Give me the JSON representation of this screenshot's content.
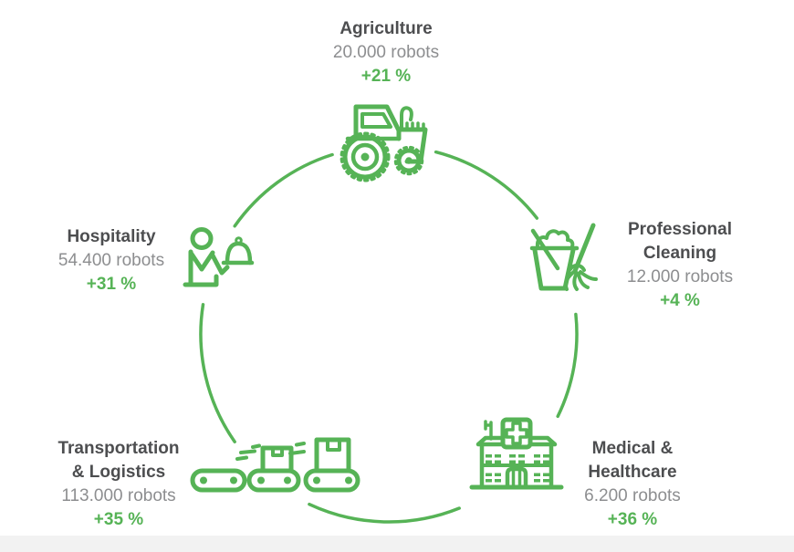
{
  "colors": {
    "accent_green": "#56b356",
    "title_dark_gray": "#4d4e50",
    "value_gray": "#8d8e90",
    "footer_strip_gray": "#f2f2f2",
    "background": "#ffffff"
  },
  "sectors": [
    {
      "name": "agriculture",
      "title": "Agriculture",
      "robots": "20.000 robots",
      "growth": "+21 %",
      "icon": "tractor-icon"
    },
    {
      "name": "professional-cleaning",
      "title": "Professional\nCleaning",
      "robots": "12.000 robots",
      "growth": "+4 %",
      "icon": "cleaning-bucket-mop-icon"
    },
    {
      "name": "medical-healthcare",
      "title": "Medical &\nHealthcare",
      "robots": "6.200 robots",
      "growth": "+36 %",
      "icon": "hospital-icon"
    },
    {
      "name": "transportation-logistics",
      "title": "Transportation\n& Logistics",
      "robots": "113.000 robots",
      "growth": "+35 %",
      "icon": "conveyor-belt-icon"
    },
    {
      "name": "hospitality",
      "title": "Hospitality",
      "robots": "54.400 robots",
      "growth": "+31 %",
      "icon": "waiter-service-icon"
    }
  ],
  "chart_data": {
    "type": "table",
    "categories": [
      "Agriculture",
      "Professional Cleaning",
      "Medical & Healthcare",
      "Transportation & Logistics",
      "Hospitality"
    ],
    "series": [
      {
        "name": "robots",
        "values": [
          20000,
          12000,
          6200,
          113000,
          54400
        ]
      },
      {
        "name": "growth_percent",
        "values": [
          21,
          4,
          36,
          35,
          31
        ]
      }
    ],
    "legend_position": "none",
    "grid": false
  }
}
